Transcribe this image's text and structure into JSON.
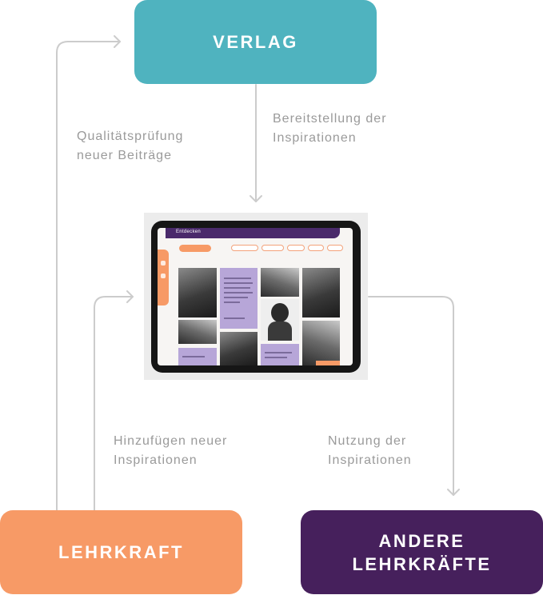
{
  "nodes": {
    "verlag": "VERLAG",
    "lehrkraft": "LEHRKRAFT",
    "andere_line1": "ANDERE",
    "andere_line2": "LEHRKRÄFTE"
  },
  "edges": {
    "qualitaet_line1": "Qualitätsprüfung",
    "qualitaet_line2": "neuer Beiträge",
    "bereitstellung_line1": "Bereitstellung der",
    "bereitstellung_line2": "Inspirationen",
    "hinzufuegen_line1": "Hinzufügen neuer",
    "hinzufuegen_line2": "Inspirationen",
    "nutzung_line1": "Nutzung der",
    "nutzung_line2": "Inspirationen"
  },
  "tablet": {
    "header_title": "Entdecken"
  },
  "colors": {
    "verlag": "#4fb3bf",
    "lehrkraft": "#f79a66",
    "andere": "#46205c",
    "arrow": "#cccccc",
    "label": "#9a9a9a"
  }
}
